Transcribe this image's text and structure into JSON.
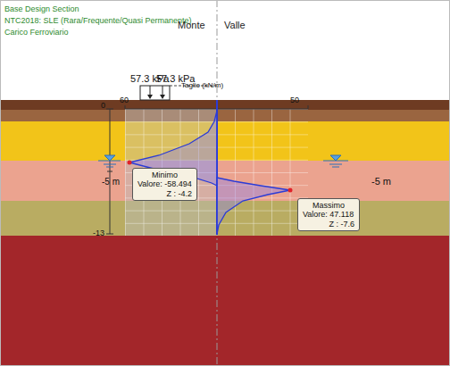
{
  "diagram": {
    "nodes": [
      {
        "text": [
          "Minimo",
          "Valore: -58.494",
          "Z : -4.2"
        ]
      },
      {
        "text": [
          "Massimo",
          "Valore: 47.118",
          "Z : -7.6"
        ]
      }
    ],
    "labels": [
      "Base Design Section",
      "NTC2018: SLE (Rara/Frequente/Quasi Permanente)",
      "Carico Ferroviario",
      "Monte",
      "Valle",
      "57.3 kPa",
      "57.3 kPa",
      "Taglio (kN/m)",
      "60",
      "50",
      "0",
      "-5 m",
      "-13",
      "-5 m"
    ]
  }
}
